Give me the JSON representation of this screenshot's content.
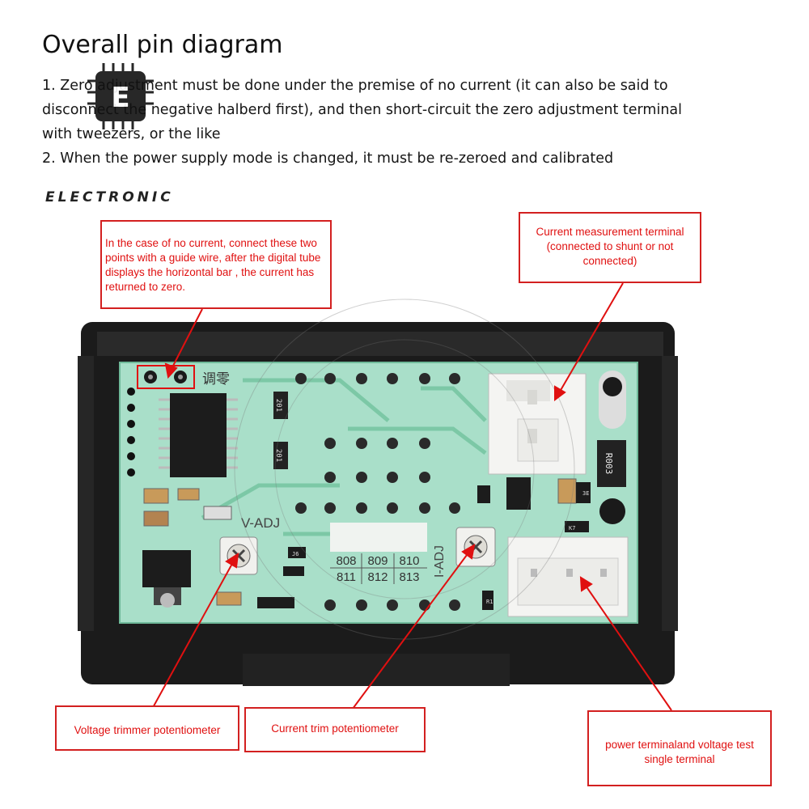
{
  "header": {
    "title": "Overall pin diagram",
    "notes": [
      "1. Zero adjustment must be done under the premise of no current (it can also be said to",
      "disconnect the negative halberd first), and then short-circuit the zero adjustment terminal",
      " with tweezers, or the like",
      "2. When the power supply mode is changed, it must be re-zeroed and calibrated"
    ],
    "brand": "ELECTRONIC"
  },
  "board": {
    "silkscreen_zero": "调零",
    "v_adj": "V-ADJ",
    "i_adj": "I-ADJ",
    "segment_labels_top": [
      "808",
      "809",
      "810"
    ],
    "segment_labels_bottom": [
      "811",
      "812",
      "813"
    ],
    "resistor_code": "R003",
    "chip_codes": [
      "201",
      "201"
    ],
    "small_codes": [
      "J6",
      "3E",
      "R1",
      "K7"
    ]
  },
  "callouts": {
    "zero_short": "In the case of no current, connect these two points with a guide wire, after the digital tube displays the horizontal bar , the current has returned to zero.",
    "current_terminal": "Current measurement terminal (connected to shunt or not connected)",
    "voltage_trimmer": "Voltage trimmer potentiometer",
    "current_trim": "Current trim potentiometer",
    "power_terminal": "power terminaland voltage test single terminal"
  },
  "colors": {
    "callout_red": "#e01010",
    "pcb_green": "#a9dfc9",
    "case_black": "#1b1b1b",
    "connector_white": "#f4f4f2"
  }
}
